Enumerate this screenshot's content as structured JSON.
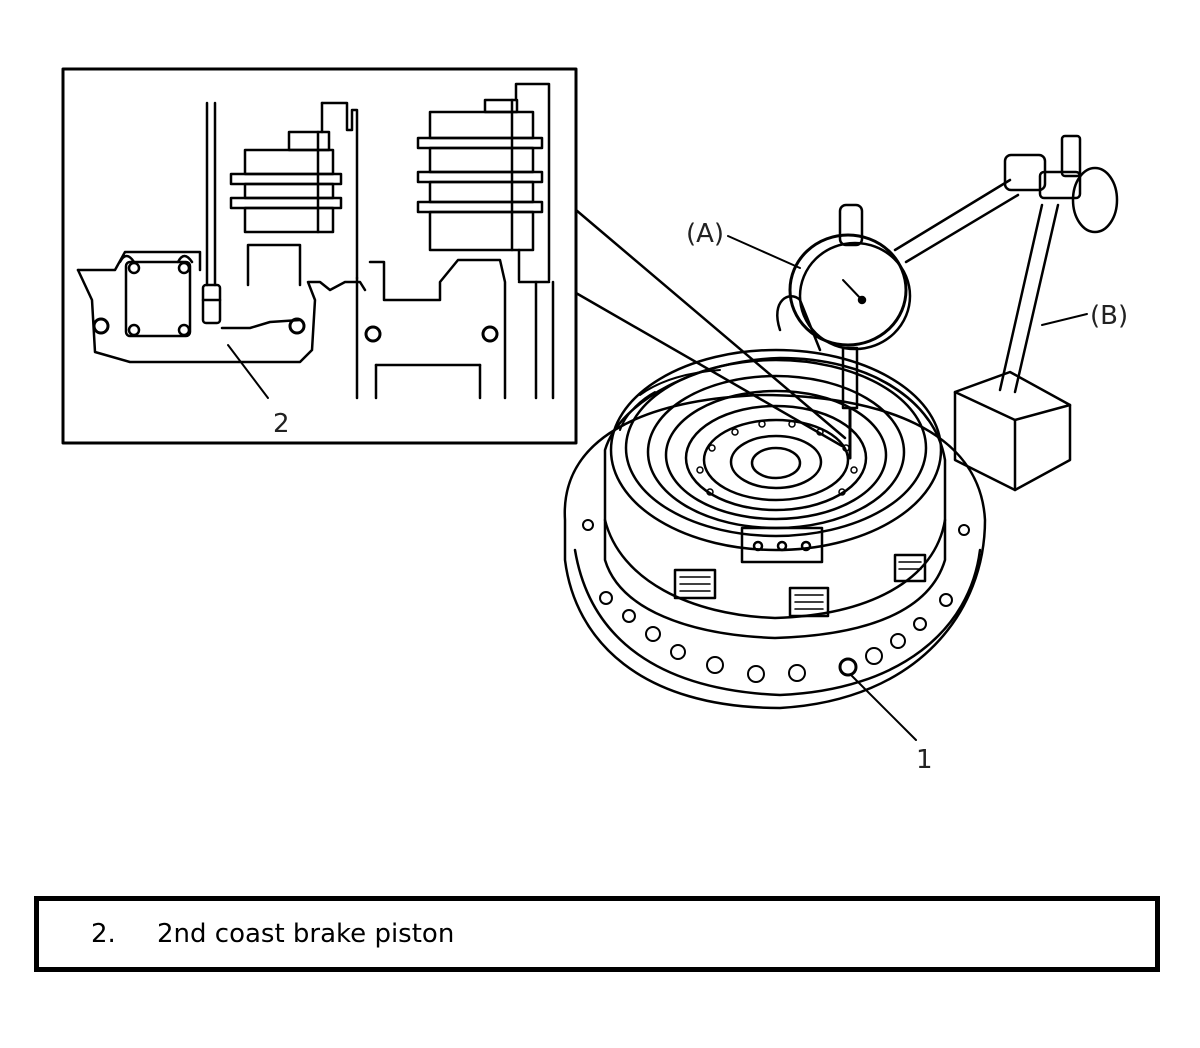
{
  "diagram": {
    "callouts": {
      "inset_part": "2",
      "main_part": "1",
      "tool_a": "(A)",
      "tool_b": "(B)"
    }
  },
  "legend": {
    "items": [
      {
        "number": "2.",
        "text": "2nd coast brake piston"
      }
    ]
  }
}
